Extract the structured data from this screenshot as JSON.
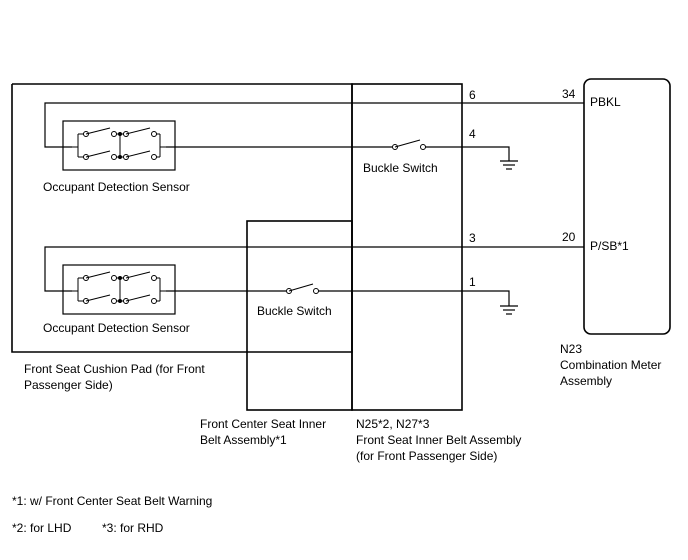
{
  "labels": {
    "pin_6": "6",
    "pin_4": "4",
    "pin_3": "3",
    "pin_1": "1",
    "pin_34": "34",
    "pin_20": "20",
    "pbkl": "PBKL",
    "psb": "P/SB*1",
    "occupant_sensor_top": "Occupant Detection Sensor",
    "occupant_sensor_bottom": "Occupant Detection Sensor",
    "buckle_switch_right": "Buckle Switch",
    "buckle_switch_center": "Buckle Switch",
    "cushion_pad_line1": "Front Seat Cushion Pad (for Front",
    "cushion_pad_line2": "Passenger Side)",
    "center_belt_line1": "Front Center Seat Inner",
    "center_belt_line2": "Belt Assembly*1",
    "inner_belt_line1": "N25*2, N27*3",
    "inner_belt_line2": "Front Seat Inner Belt Assembly",
    "inner_belt_line3": "(for Front Passenger Side)",
    "meter_line1": "N23",
    "meter_line2": "Combination Meter",
    "meter_line3": "Assembly"
  },
  "footnotes": {
    "note1": "*1: w/ Front Center Seat Belt Warning",
    "note2": "*2: for LHD",
    "note3": "*3: for RHD"
  }
}
